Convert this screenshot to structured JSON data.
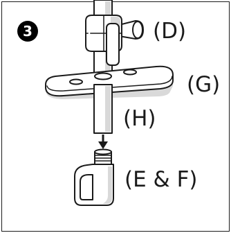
{
  "step": {
    "number": "3"
  },
  "labels": {
    "d": "(D)",
    "g": "(G)",
    "h": "(H)",
    "ef": "(E & F)"
  },
  "colors": {
    "line": "#1a1a1a",
    "fill": "#ffffff",
    "shade": "#d9d9d9",
    "badge": "#000000"
  },
  "icons": {
    "step_badge": "filled-circle-with-number",
    "direction": "arrow-down-icon"
  }
}
